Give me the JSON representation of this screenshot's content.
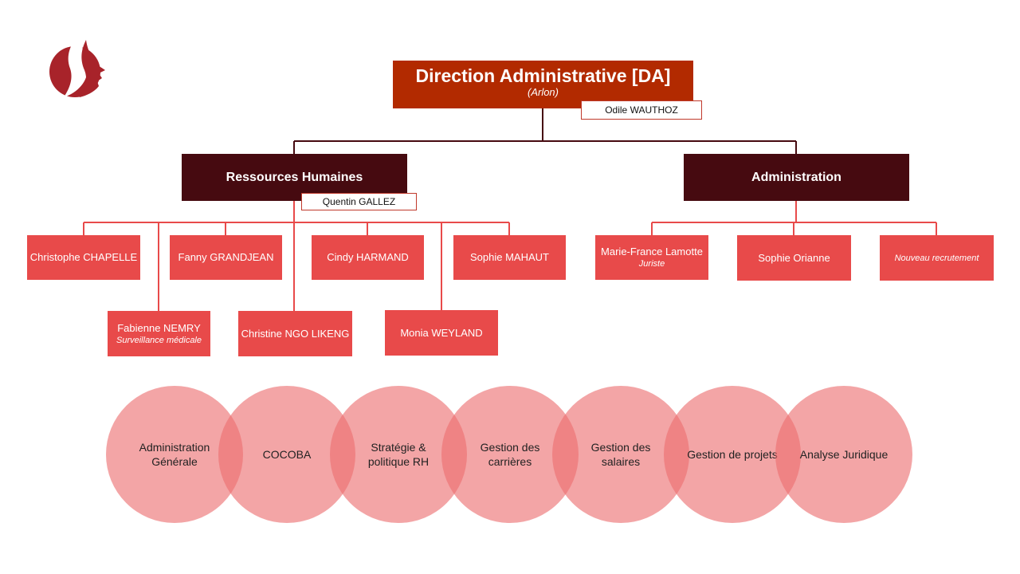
{
  "colors": {
    "direction": "#b22a00",
    "department": "#460a10",
    "person": "#e84a4a",
    "circle": "#ec6e70",
    "connector_dark": "#460a10",
    "connector_red": "#e84a4a"
  },
  "logo": {
    "icon": "flame-profile-logo-icon"
  },
  "direction": {
    "title": "Direction Administrative [DA]",
    "location": "(Arlon)",
    "head": "Odile WAUTHOZ"
  },
  "departments": {
    "rh": {
      "title": "Ressources Humaines",
      "head": "Quentin  GALLEZ",
      "members": [
        {
          "name": "Christophe CHAPELLE",
          "role": ""
        },
        {
          "name": "Fabienne NEMRY",
          "role": "Surveillance médicale"
        },
        {
          "name": "Fanny GRANDJEAN",
          "role": ""
        },
        {
          "name": "Christine NGO LIKENG",
          "role": ""
        },
        {
          "name": "Cindy HARMAND",
          "role": ""
        },
        {
          "name": "Monia WEYLAND",
          "role": ""
        },
        {
          "name": "Sophie MAHAUT",
          "role": ""
        }
      ]
    },
    "admin": {
      "title": "Administration",
      "members": [
        {
          "name": "Marie-France Lamotte",
          "role": "Juriste"
        },
        {
          "name": "Sophie Orianne",
          "role": ""
        },
        {
          "name": "Nouveau recrutement",
          "role": ""
        }
      ]
    }
  },
  "domains": [
    "Administration Générale",
    "COCOBA",
    "Stratégie & politique  RH",
    "Gestion des carrières",
    "Gestion des salaires",
    "Gestion de projets",
    "Analyse Juridique"
  ]
}
